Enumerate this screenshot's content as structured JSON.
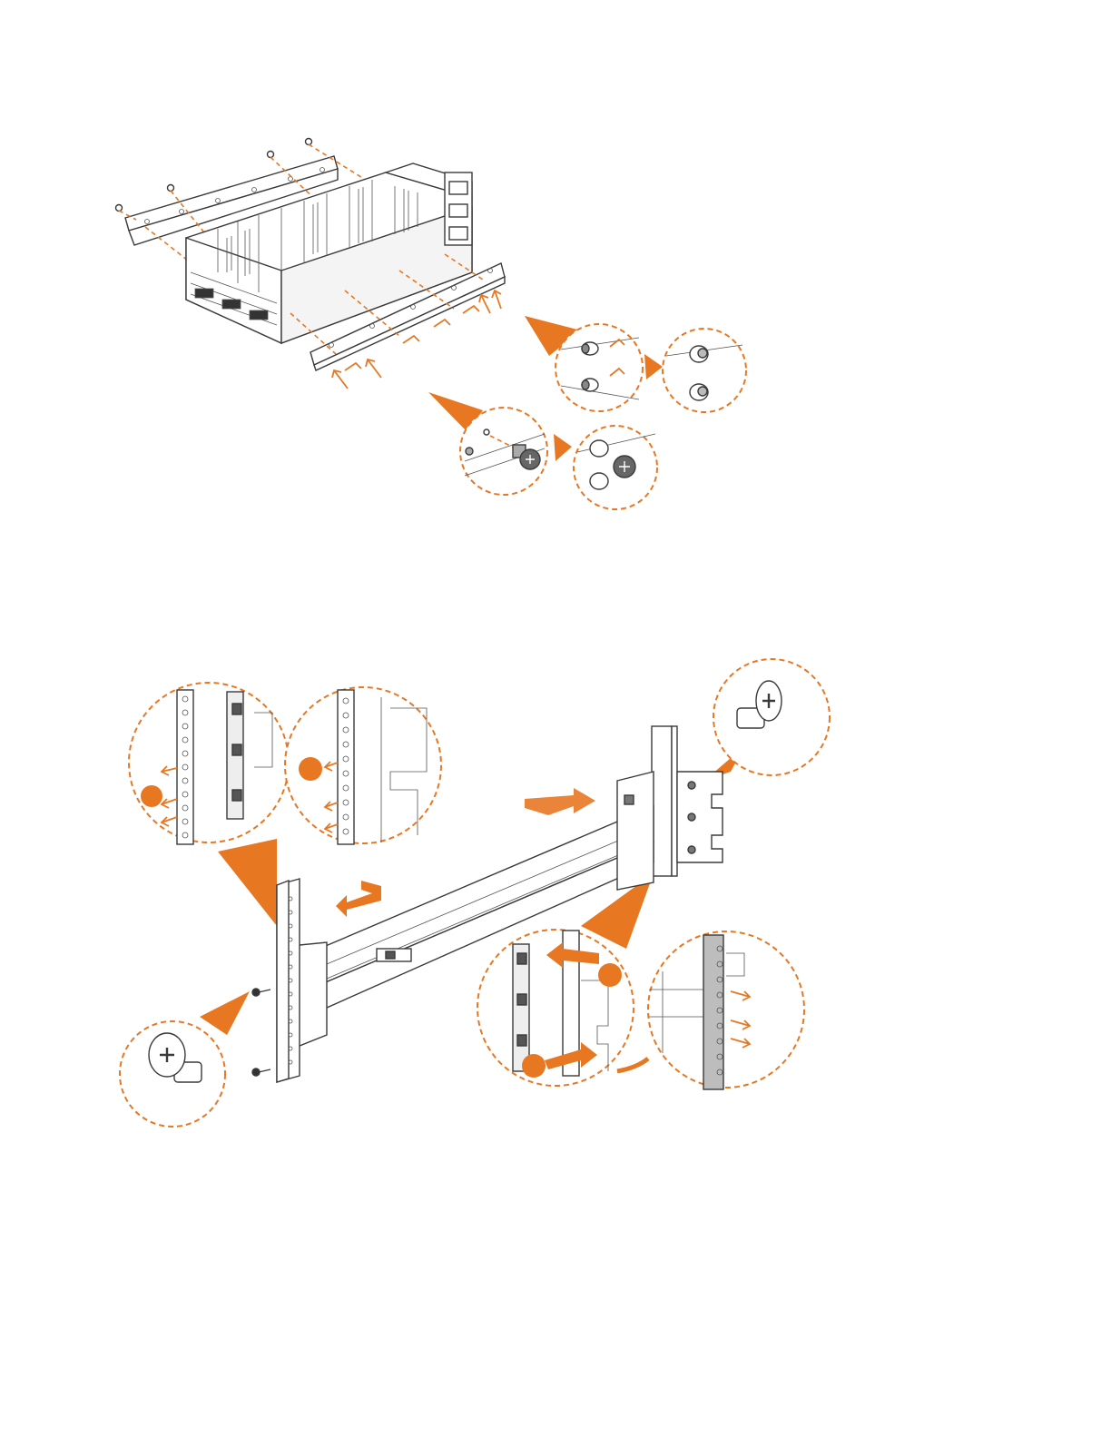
{
  "colors": {
    "accent": "#e87722",
    "line": "#3a3a3a",
    "background": "#ffffff"
  },
  "figures": [
    {
      "id": "chassis-rail-mounting",
      "callouts": [
        "screw-insert-detail",
        "screw-seated-detail",
        "thumbscrew-detail",
        "thumbscrew-seated-detail"
      ]
    },
    {
      "id": "rack-rail-installation",
      "callouts": [
        "front-rail-latch-detail",
        "front-rail-seated-detail",
        "rear-screw-detail",
        "front-screw-detail",
        "rear-latch-detail",
        "rear-rail-seated-detail"
      ]
    }
  ]
}
